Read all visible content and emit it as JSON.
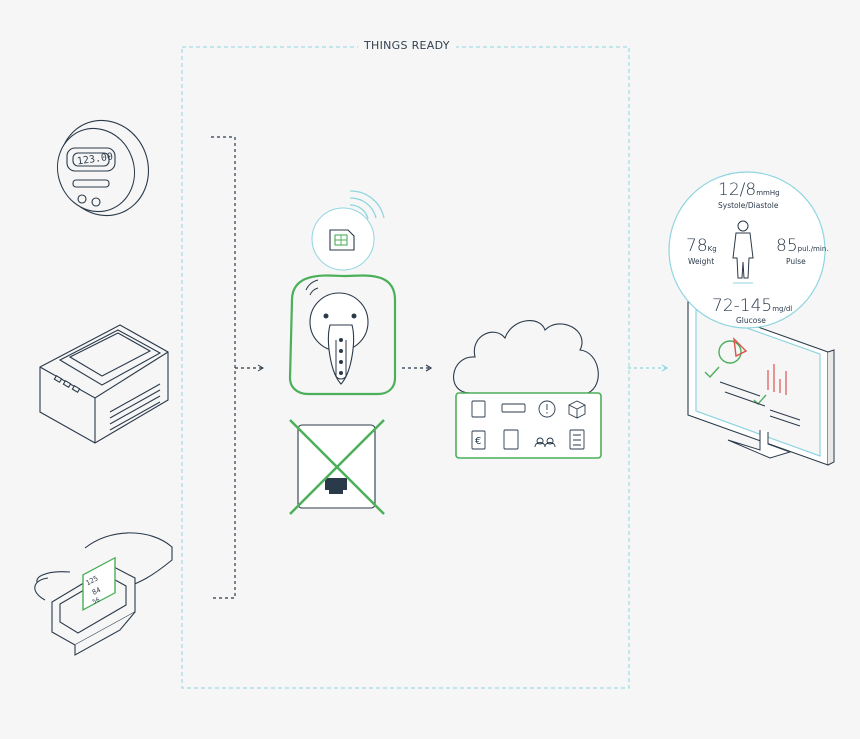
{
  "frame": {
    "title": "THINGS READY"
  },
  "meter": {
    "display": "123.00"
  },
  "pressure_device": {
    "display_top": "125",
    "display_mid": "84",
    "display_bottom": "56"
  },
  "health": {
    "systole": {
      "value": "12/8",
      "unit": "mmHg",
      "label": "Systole/Diastole"
    },
    "weight": {
      "value": "78",
      "unit": "Kg",
      "label": "Weight"
    },
    "pulse": {
      "value": "85",
      "unit": "pul./min.",
      "label": "Pulse"
    },
    "glucose": {
      "value": "72-145",
      "unit": "mg/dl",
      "label": "Glucose"
    }
  },
  "colors": {
    "dashed_frame": "#8fd5e0",
    "accent_green": "#4caf5a",
    "line_dark": "#2b3a4a",
    "chart_red": "#d9534f"
  }
}
